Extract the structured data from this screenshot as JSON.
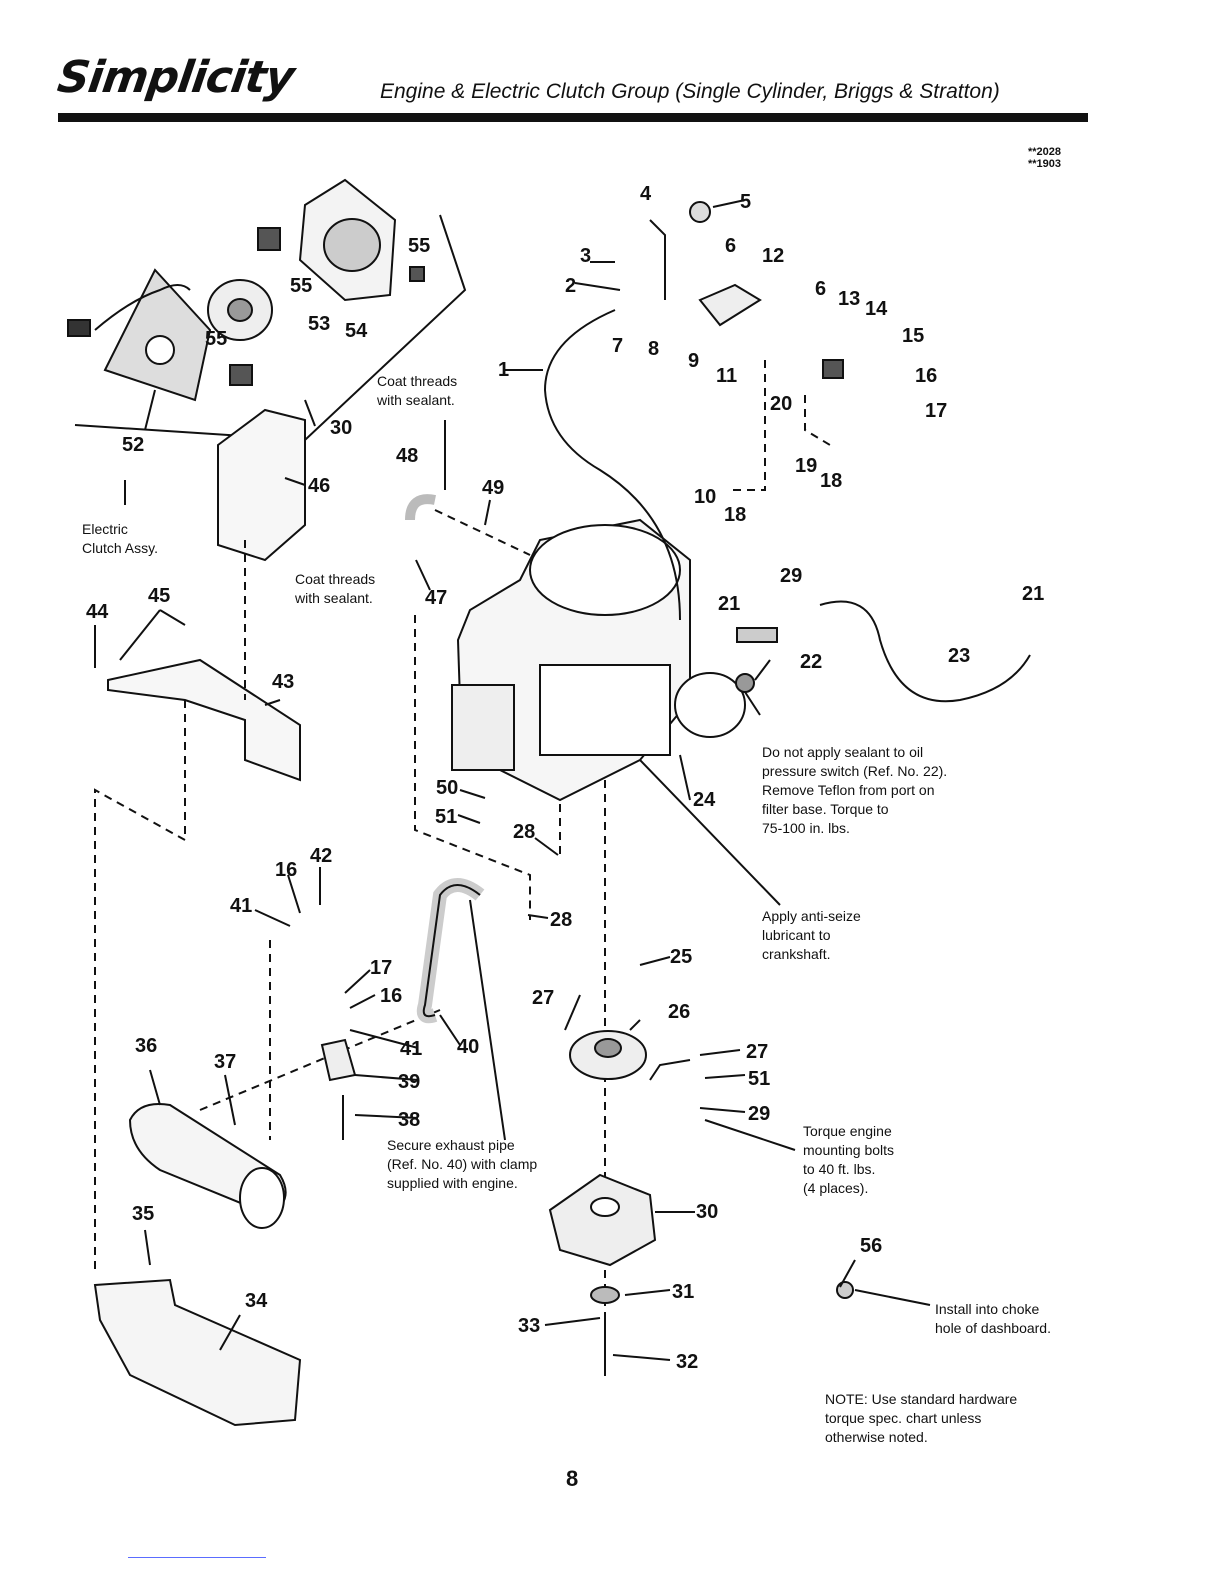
{
  "header": {
    "brand": "Simplicity",
    "title": "Engine & Electric Clutch Group (Single Cylinder, Briggs & Stratton)",
    "model_codes": [
      "**2028",
      "**1903"
    ]
  },
  "notes": {
    "coat_threads_top": [
      "Coat threads",
      "with sealant."
    ],
    "coat_threads_mid": [
      "Coat threads",
      "with sealant."
    ],
    "electric_clutch": [
      "Electric",
      "Clutch Assy."
    ],
    "oil_pressure": [
      "Do not apply sealant to oil",
      "pressure switch (Ref. No. 22).",
      "Remove Teflon from port on",
      "filter base. Torque to",
      "75-100 in. lbs."
    ],
    "anti_seize": [
      "Apply anti-seize",
      "lubricant to",
      "crankshaft."
    ],
    "exhaust_pipe": [
      "Secure exhaust pipe",
      "(Ref. No. 40) with clamp",
      "supplied with engine."
    ],
    "torque_bolts": [
      "Torque engine",
      "mounting bolts",
      "to 40 ft. lbs.",
      "(4 places)."
    ],
    "choke": [
      "Install into choke",
      "hole of dashboard."
    ],
    "hardware_note": [
      "NOTE: Use standard hardware",
      "torque spec. chart unless",
      "otherwise noted."
    ]
  },
  "callouts": [
    "1",
    "2",
    "3",
    "4",
    "5",
    "6",
    "6",
    "7",
    "8",
    "9",
    "10",
    "11",
    "12",
    "13",
    "14",
    "15",
    "16",
    "17",
    "18",
    "18",
    "19",
    "20",
    "21",
    "21",
    "22",
    "23",
    "24",
    "25",
    "26",
    "27",
    "27",
    "28",
    "28",
    "29",
    "29",
    "30",
    "30",
    "31",
    "32",
    "33",
    "34",
    "35",
    "36",
    "37",
    "38",
    "39",
    "40",
    "41",
    "41",
    "42",
    "16",
    "16",
    "17",
    "43",
    "44",
    "45",
    "46",
    "47",
    "48",
    "49",
    "50",
    "51",
    "51",
    "52",
    "53",
    "54",
    "55",
    "55",
    "55",
    "56"
  ],
  "page_number": "8"
}
